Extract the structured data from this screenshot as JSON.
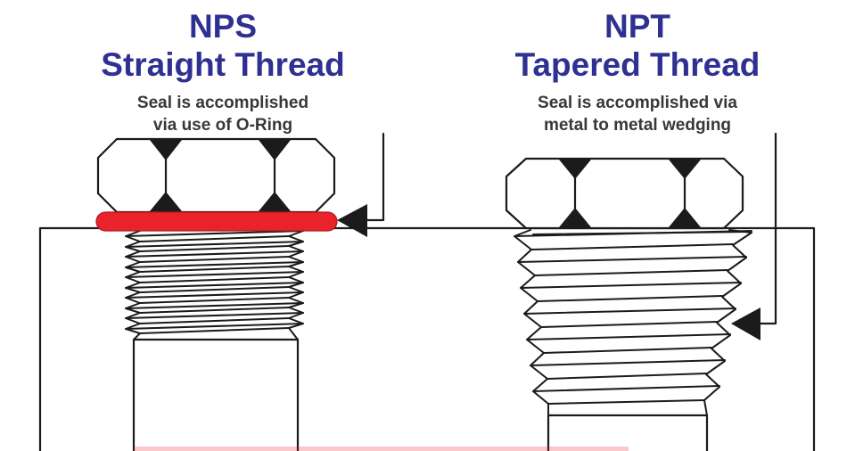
{
  "left_panel": {
    "title_line1": "NPS",
    "title_line2": "Straight Thread",
    "subtitle_line1": "Seal is accomplished",
    "subtitle_line2": "via use of O-Ring"
  },
  "right_panel": {
    "title_line1": "NPT",
    "title_line2": "Tapered Thread",
    "subtitle_line1": "Seal is accomplished via",
    "subtitle_line2": "metal to metal wedging"
  },
  "icons": {
    "left_arrow": "o-ring-seal-pointer-arrow",
    "right_arrow": "metal-wedge-pointer-arrow"
  },
  "colors": {
    "title_blue": "#2e3192",
    "subtitle_gray": "#383838",
    "line_black": "#1b1b1b",
    "oring_red": "#e8232b",
    "background": "#ffffff"
  }
}
